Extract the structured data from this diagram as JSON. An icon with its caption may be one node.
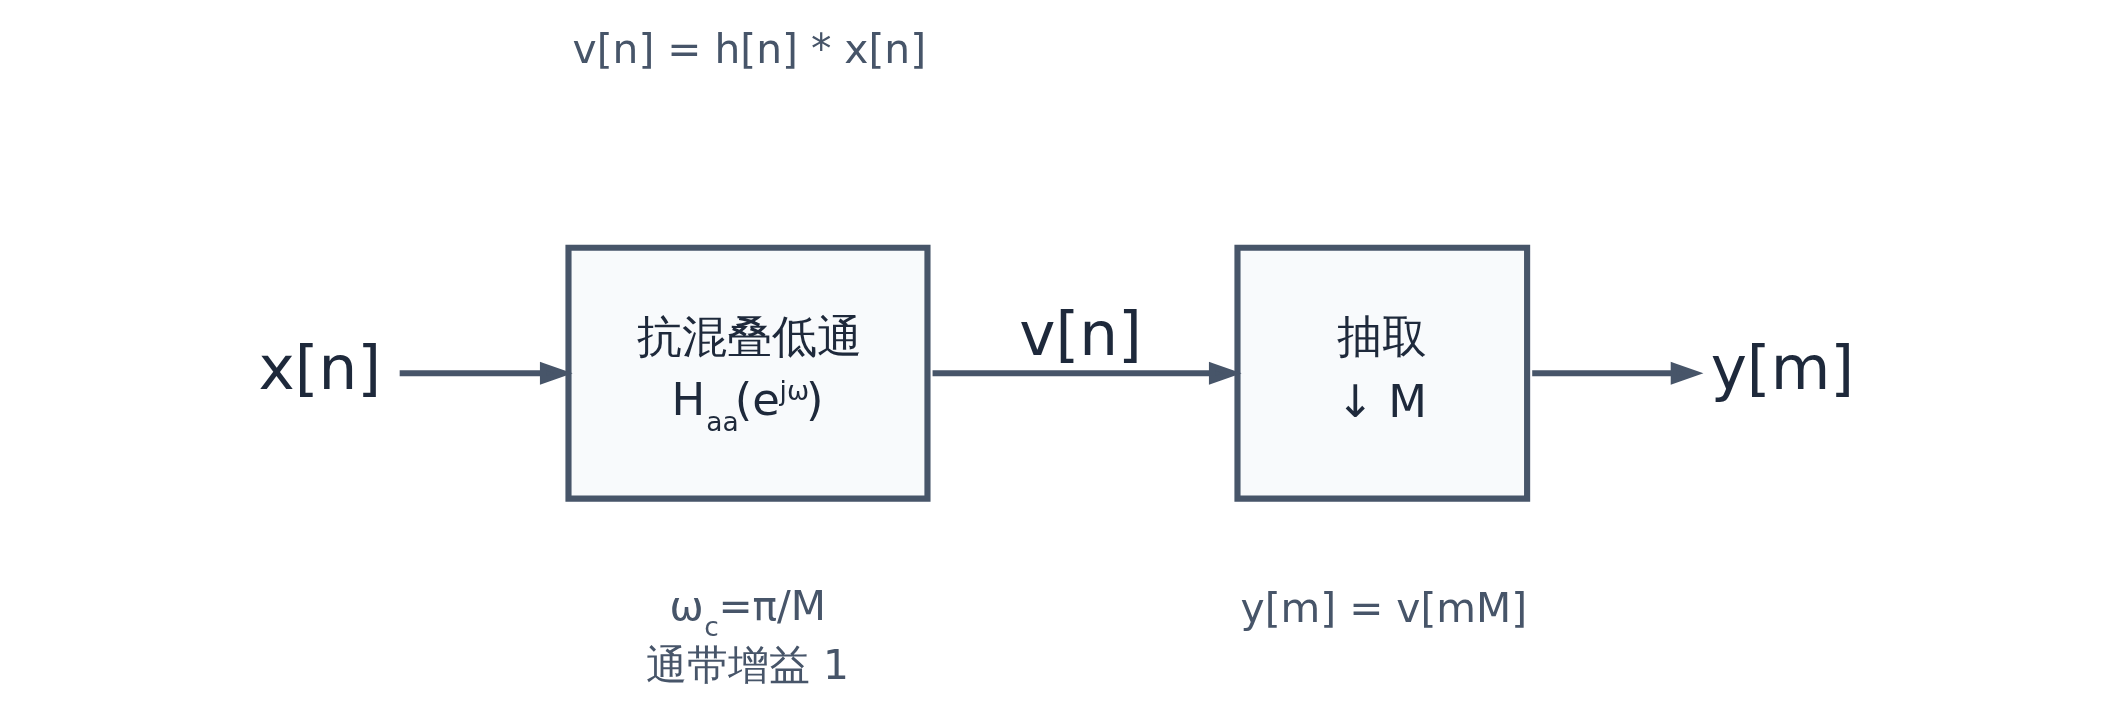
{
  "diagram": {
    "nodes": [
      {
        "text": [
          "x[n]"
        ]
      },
      {
        "text": [
          "抗混叠低通",
          "H$_{aa}$(e$^{jω}$)"
        ],
        "beside": [
          "ω$_{c}$=π/M",
          "通带增益 1"
        ]
      },
      {
        "text": [
          "抽取",
          "↓ M"
        ],
        "beside": [
          "y[m] = v[mM]"
        ]
      },
      {
        "text": [
          "y[m]"
        ]
      }
    ],
    "edges": [
      {
        "from": 0,
        "to": 1,
        "arrow": "to"
      },
      {
        "from": 1,
        "to": 2,
        "arrow": "to",
        "label": "v[n]"
      },
      {
        "from": 2,
        "to": 3,
        "arrow": "to"
      }
    ],
    "labels": [
      "v[n] = h[n] * x[n]"
    ]
  }
}
